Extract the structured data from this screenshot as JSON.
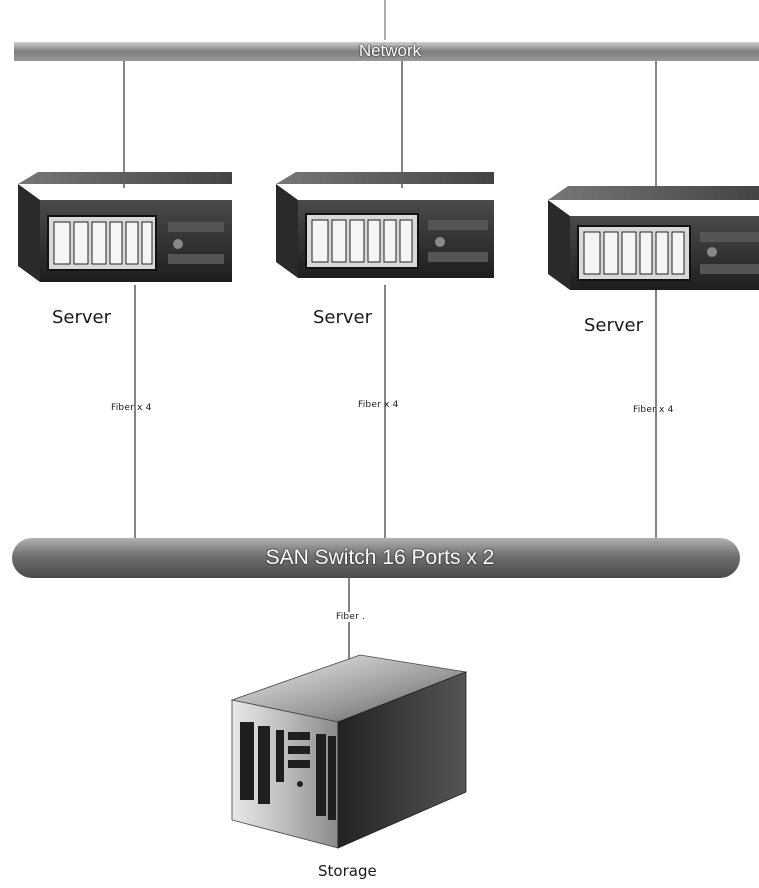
{
  "network": {
    "label": "Network"
  },
  "san_switch": {
    "label": "SAN Switch  16 Ports  x 2"
  },
  "servers": [
    {
      "label": "Server",
      "link_label": "Fiber  x 4"
    },
    {
      "label": "Server",
      "link_label": "Fiber  x 4"
    },
    {
      "label": "Server",
      "link_label": "Fiber  x 4"
    }
  ],
  "storage": {
    "label": "Storage",
    "link_label": "Fiber ."
  },
  "colors": {
    "network_bar": "#7a7a7a",
    "switch_bar": "#6c6c6c",
    "device_dark": "#2b2b2b",
    "line": "#333333"
  }
}
